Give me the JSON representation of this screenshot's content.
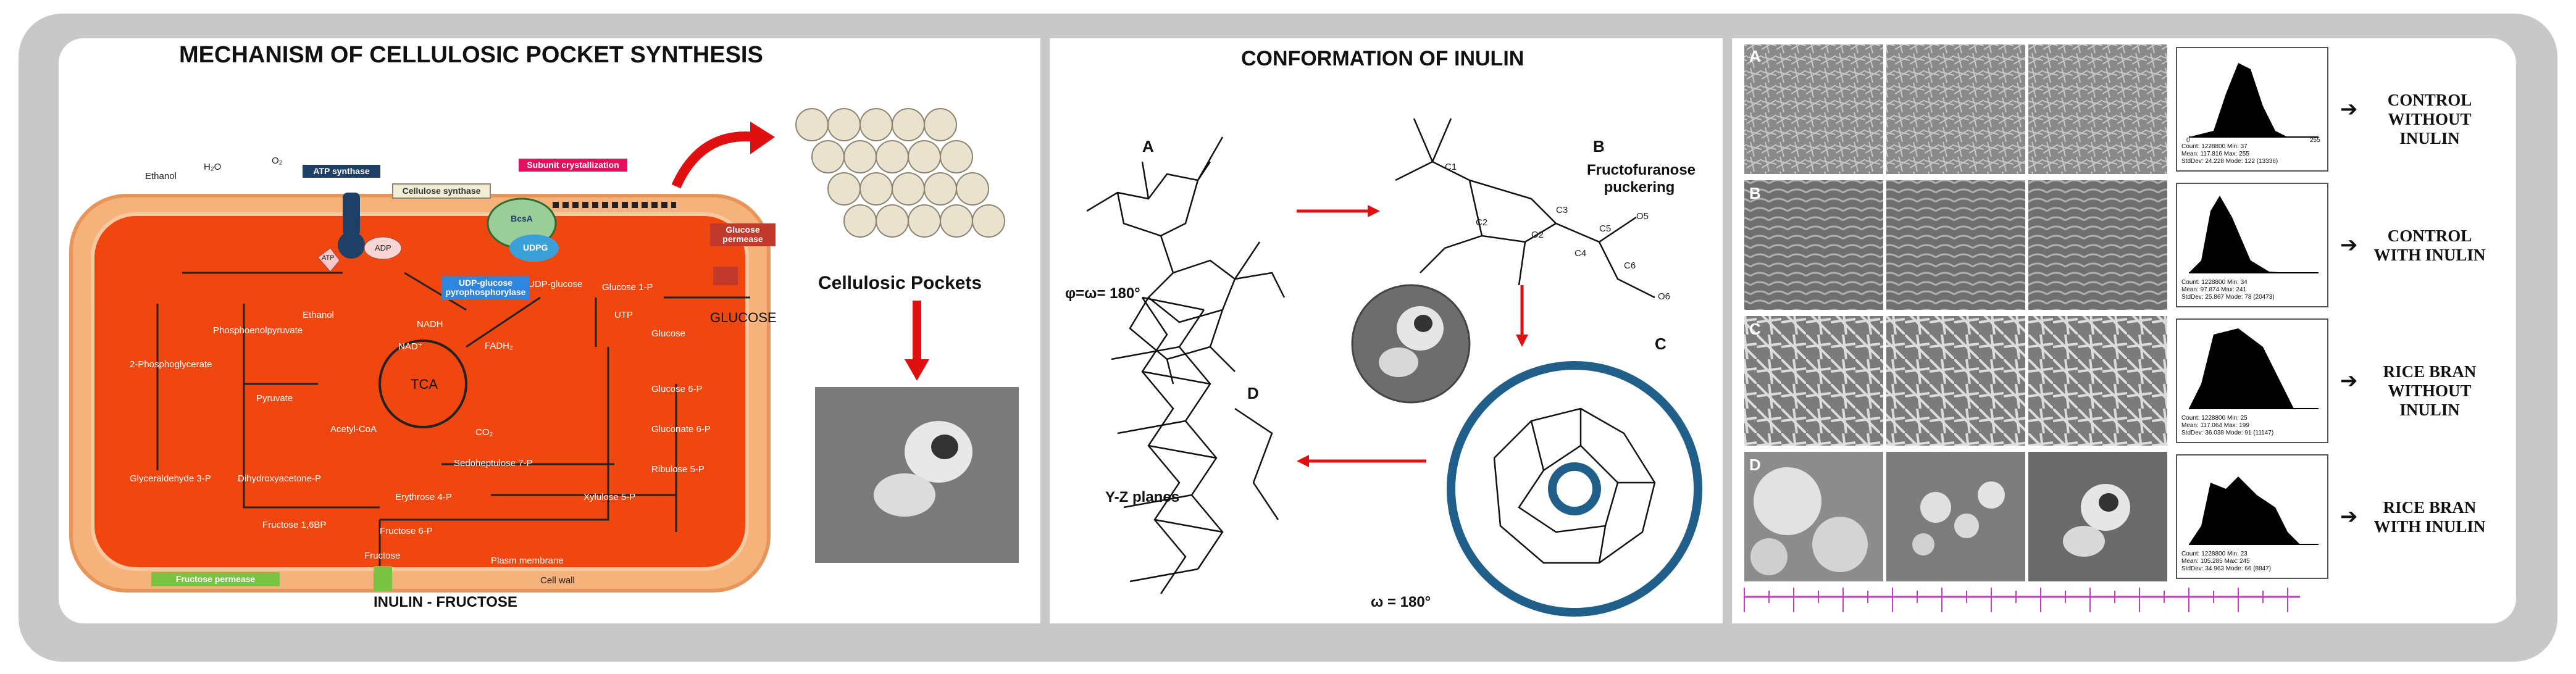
{
  "panel1": {
    "title": "MECHANISM OF CELLULOSIC POCKET SYNTHESIS",
    "labels": {
      "cellulosic_pockets": "Cellulosic Pockets",
      "glucose": "GLUCOSE",
      "inulin_fructose": "INULIN - FRUCTOSE",
      "ethanol": "Ethanol",
      "h2o": "H₂O",
      "o2": "O₂",
      "plasm_membrane": "Plasm membrane",
      "cell_wall": "Cell wall",
      "tca": "TCA",
      "adp": "ADP",
      "atp": "ATP",
      "glucose_1p": "Glucose 1-P",
      "glucose_6p": "Glucose 6-P",
      "gluconate_6p": "Gluconate 6-P",
      "ribulose_5p": "Ribulose 5-P",
      "xylulose_5p": "Xylulose 5-P",
      "fructose": "Fructose",
      "fructose_16bp": "Fructose 1,6BP",
      "pyruvate": "Pyruvate",
      "acetyl_coa": "Acetyl-CoA",
      "nadh": "NADH",
      "fadh2": "FADH₂",
      "co2": "CO₂",
      "glucose_inner": "Glucose",
      "udp_glucose": "UDP-glucose",
      "utp": "UTP",
      "dihydroxyacetone": "Dihydroxyacetone-P",
      "phosphoenolpyruvate": "Phosphoenolpyruvate",
      "glyceraldehyde": "Glyceraldehyde 3-P",
      "erythrose": "Erythrose 4-P",
      "sedoheptulose": "Sedoheptulose 7-P",
      "phosphoglycerate": "2-Phosphoglycerate",
      "ethanol_inner": "Ethanol",
      "fructose_6p": "Fructose 6-P",
      "nad": "NAD⁺"
    },
    "boxes": {
      "atp_synthase": "ATP synthase",
      "cellulose_synthase": "Cellulose synthase",
      "subunit_crystallization": "Subunit crystallization",
      "glucose_permease": "Glucose permease",
      "udp_pyrophosphorylase": "UDP-glucose pyrophosphorylase",
      "fructose_permease": "Fructose permease",
      "bcs": "BcsA",
      "udpg": "UDPG"
    },
    "colors": {
      "cell_fill": "#f0460f",
      "cell_border": "#f5a05a",
      "arrow_red": "#e01010"
    }
  },
  "panel2": {
    "title": "CONFORMATION OF INULIN",
    "letters": {
      "a": "A",
      "b": "B",
      "c": "C",
      "d": "D"
    },
    "b_caption": "Fructofuranose puckering",
    "d_caption": "Y-Z planes",
    "phi_eq": "φ=ω= 180°",
    "omega_eq": "ω = 180°",
    "atoms_b": [
      "C1",
      "C2",
      "C3",
      "C4",
      "C5",
      "C6",
      "O2",
      "O5",
      "O6"
    ],
    "colors": {
      "ring": "#1f5f8a",
      "arrow": "#e01010"
    }
  },
  "panel3": {
    "rows": [
      {
        "letter": "A",
        "label": "CONTROL WITHOUT INULIN",
        "stats": [
          "Count: 1228800",
          "Mean: 117.816",
          "StdDev: 24.228",
          "Min: 37",
          "Max: 255",
          "Mode: 122 (13336)"
        ]
      },
      {
        "letter": "B",
        "label": "CONTROL WITH INULIN",
        "stats": [
          "Count: 1228800",
          "Mean: 97.874",
          "StdDev: 25.867",
          "Min: 34",
          "Max: 241",
          "Mode: 78 (20473)"
        ]
      },
      {
        "letter": "C",
        "label": "RICE BRAN WITHOUT INULIN",
        "stats": [
          "Count: 1228800",
          "Mean: 117.064",
          "StdDev: 36.038",
          "Min: 25",
          "Max: 199",
          "Mode: 91 (11147)"
        ]
      },
      {
        "letter": "D",
        "label": "RICE BRAN WITH INULIN",
        "stats": [
          "Count: 1228800",
          "Mean: 105.285",
          "StdDev: 34.963",
          "Min: 23",
          "Max: 245",
          "Mode: 66 (8847)"
        ]
      }
    ],
    "hist_axis": {
      "min": "0",
      "max": "255"
    },
    "arrow_glyph": "➔"
  }
}
